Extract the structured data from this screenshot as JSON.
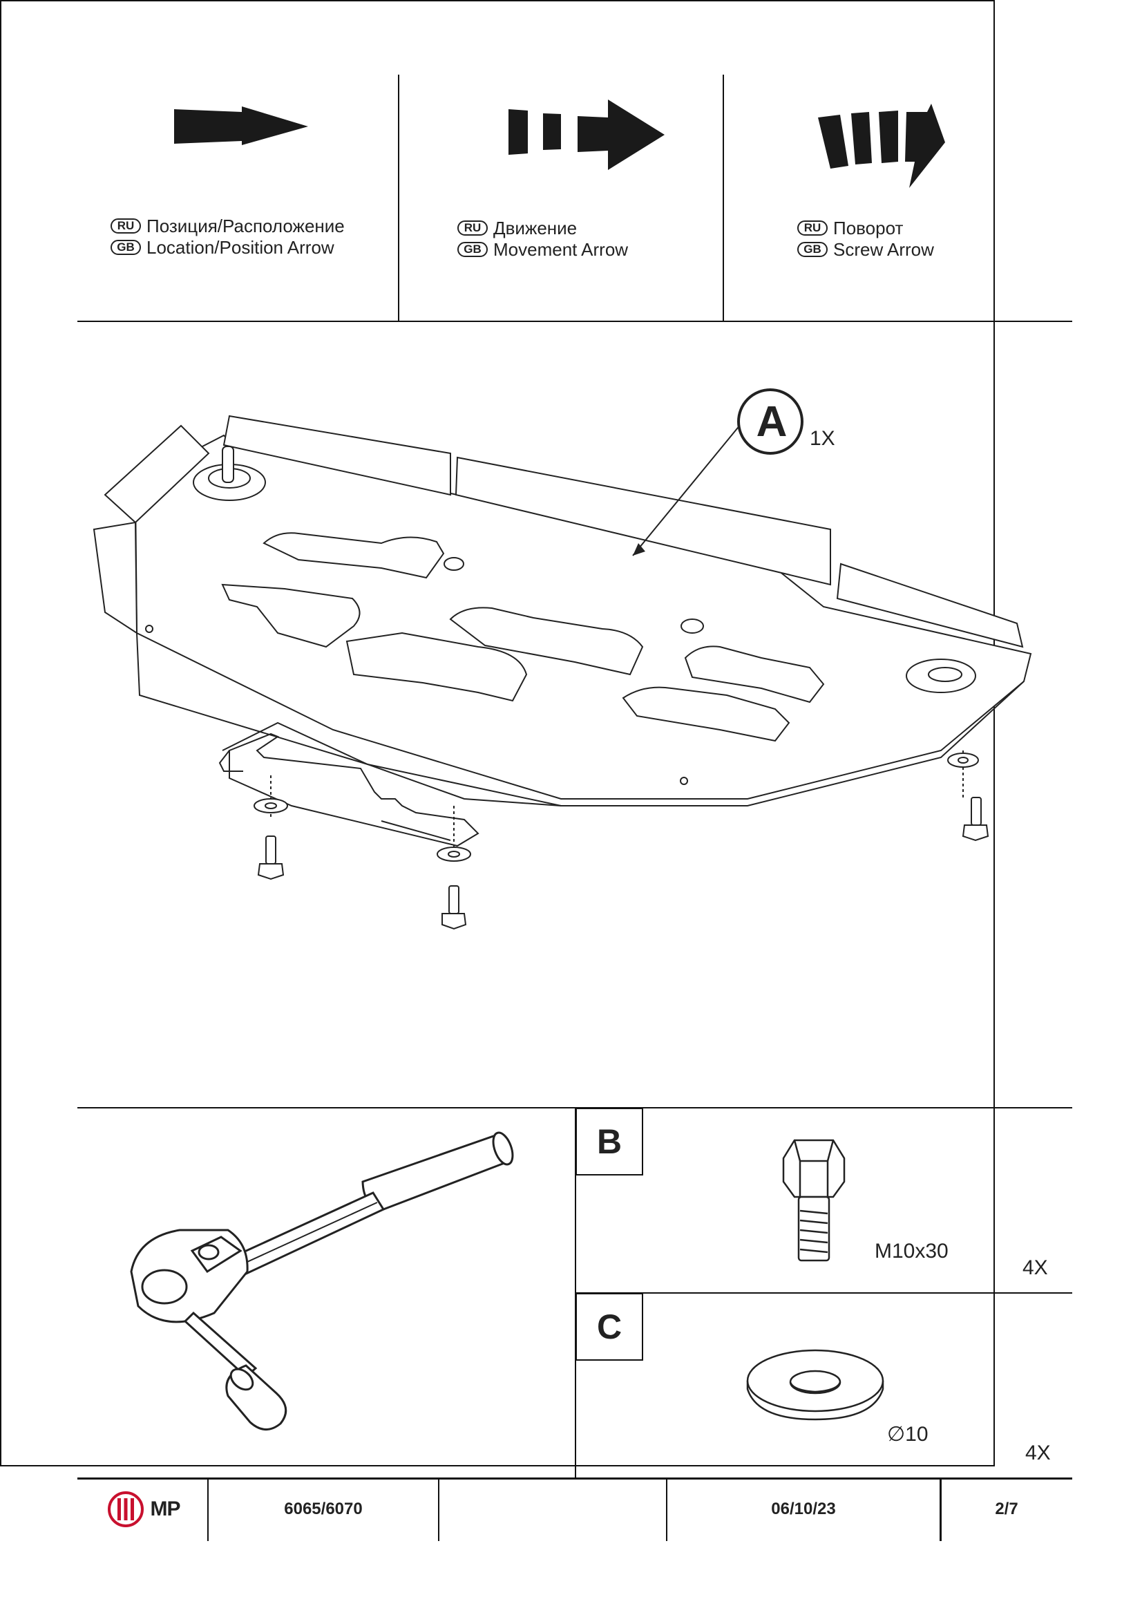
{
  "legend": [
    {
      "ru_badge": "RU",
      "gb_badge": "GB",
      "ru_text": "Позиция/Расположение",
      "gb_text": "Location/Position Arrow",
      "icon": "location-arrow-icon"
    },
    {
      "ru_badge": "RU",
      "gb_badge": "GB",
      "ru_text": "Движение",
      "gb_text": "Movement Arrow",
      "icon": "movement-arrow-icon"
    },
    {
      "ru_badge": "RU",
      "gb_badge": "GB",
      "ru_text": "Поворот",
      "gb_text": "Screw Arrow",
      "icon": "screw-arrow-icon"
    }
  ],
  "main_diagram": {
    "part_label": "A",
    "part_qty": "1X"
  },
  "parts": [
    {
      "label": "B",
      "spec": "M10x30",
      "qty": "4X",
      "icon": "bolt-icon"
    },
    {
      "label": "C",
      "spec": "∅10",
      "qty": "4X",
      "icon": "washer-icon"
    }
  ],
  "tool": {
    "icon": "ratchet-wrench-icon"
  },
  "footer": {
    "logo_text": "MP",
    "part_number": "6065/6070",
    "blank": "",
    "date": "06/10/23",
    "page": "2/7",
    "brand_color": "#c8102e"
  }
}
